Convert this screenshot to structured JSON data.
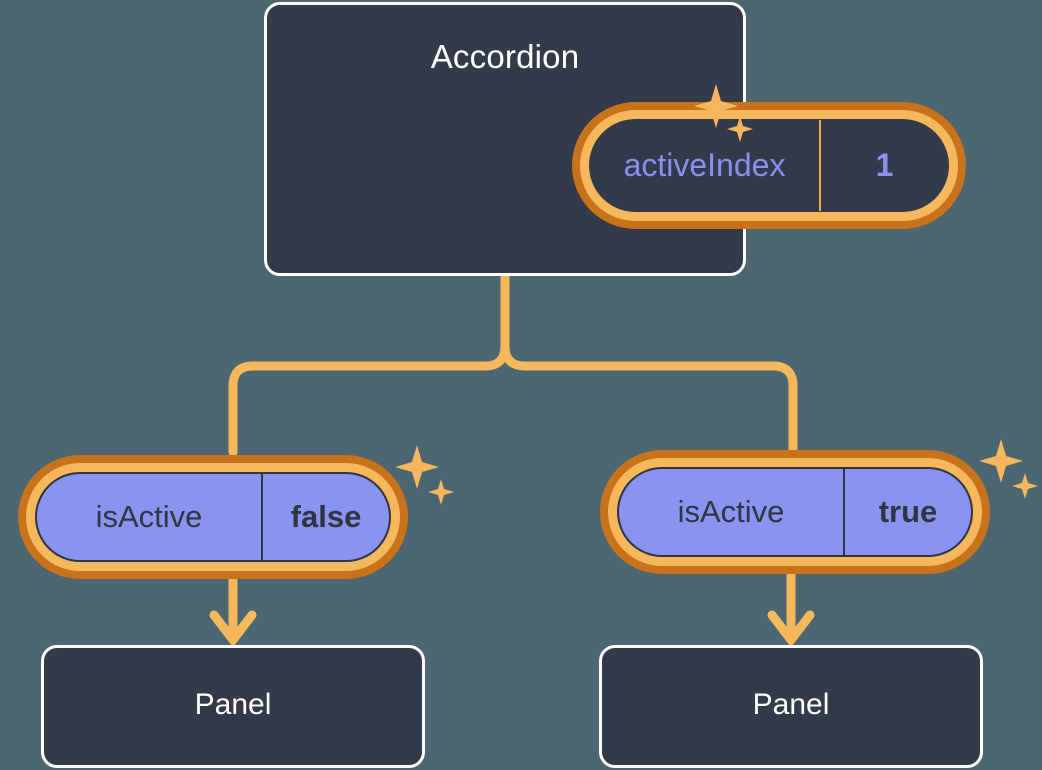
{
  "theme": {
    "background": "#4c6672",
    "card_fill": "#333b4a",
    "card_border": "#ffffff",
    "ring_outer": "#c8721a",
    "ring_inner": "#f5b85c",
    "pill_purple": "#8b93f0",
    "text_purple": "#8b8ff0",
    "text_dark": "#2f3641",
    "connector": "#f5b85c",
    "sparkle": "#f7b55e"
  },
  "diagram": {
    "type": "component-state-tree",
    "root": {
      "title": "Accordion",
      "state": {
        "key": "activeIndex",
        "value": "1"
      }
    },
    "branches": [
      {
        "prop": {
          "key": "isActive",
          "value": "false"
        },
        "child": {
          "title": "Panel"
        }
      },
      {
        "prop": {
          "key": "isActive",
          "value": "true"
        },
        "child": {
          "title": "Panel"
        }
      }
    ],
    "icons": {
      "sparkle": "sparkle-icon",
      "arrow": "arrow-down-icon"
    }
  }
}
